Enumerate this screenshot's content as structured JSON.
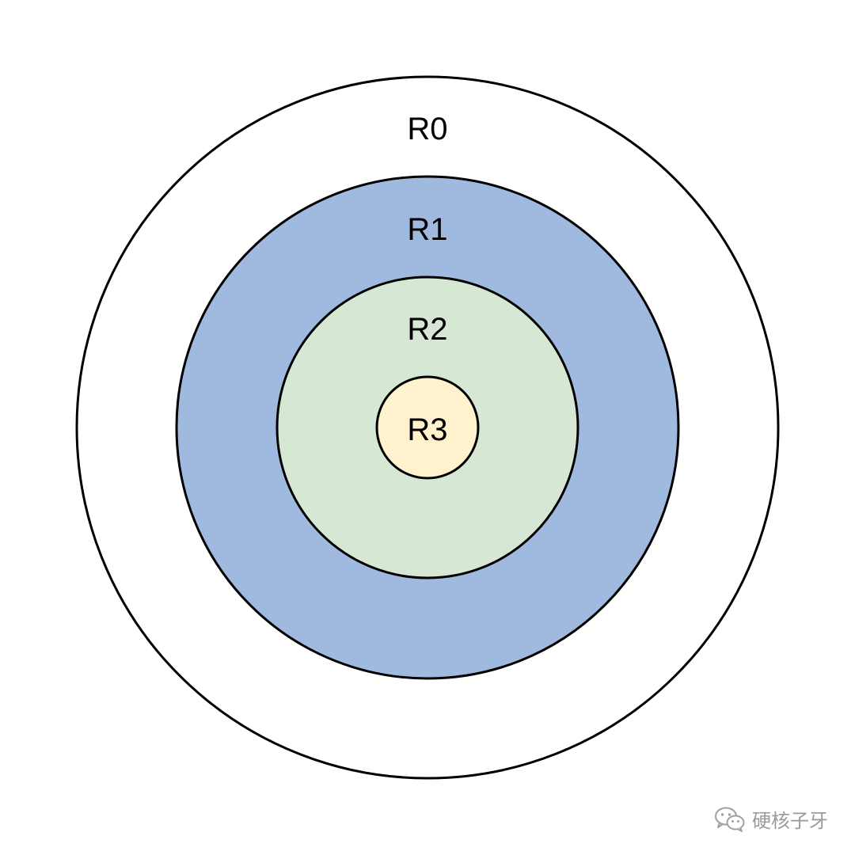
{
  "diagram": {
    "rings": [
      {
        "id": "r0",
        "label": "R0",
        "fill": "#ffffff"
      },
      {
        "id": "r1",
        "label": "R1",
        "fill": "#a0b9df"
      },
      {
        "id": "r2",
        "label": "R2",
        "fill": "#d6e8d4"
      },
      {
        "id": "r3",
        "label": "R3",
        "fill": "#fff2cc"
      }
    ],
    "stroke": "#000000"
  },
  "watermark": {
    "icon": "wechat-icon",
    "text": "硬核子牙"
  }
}
